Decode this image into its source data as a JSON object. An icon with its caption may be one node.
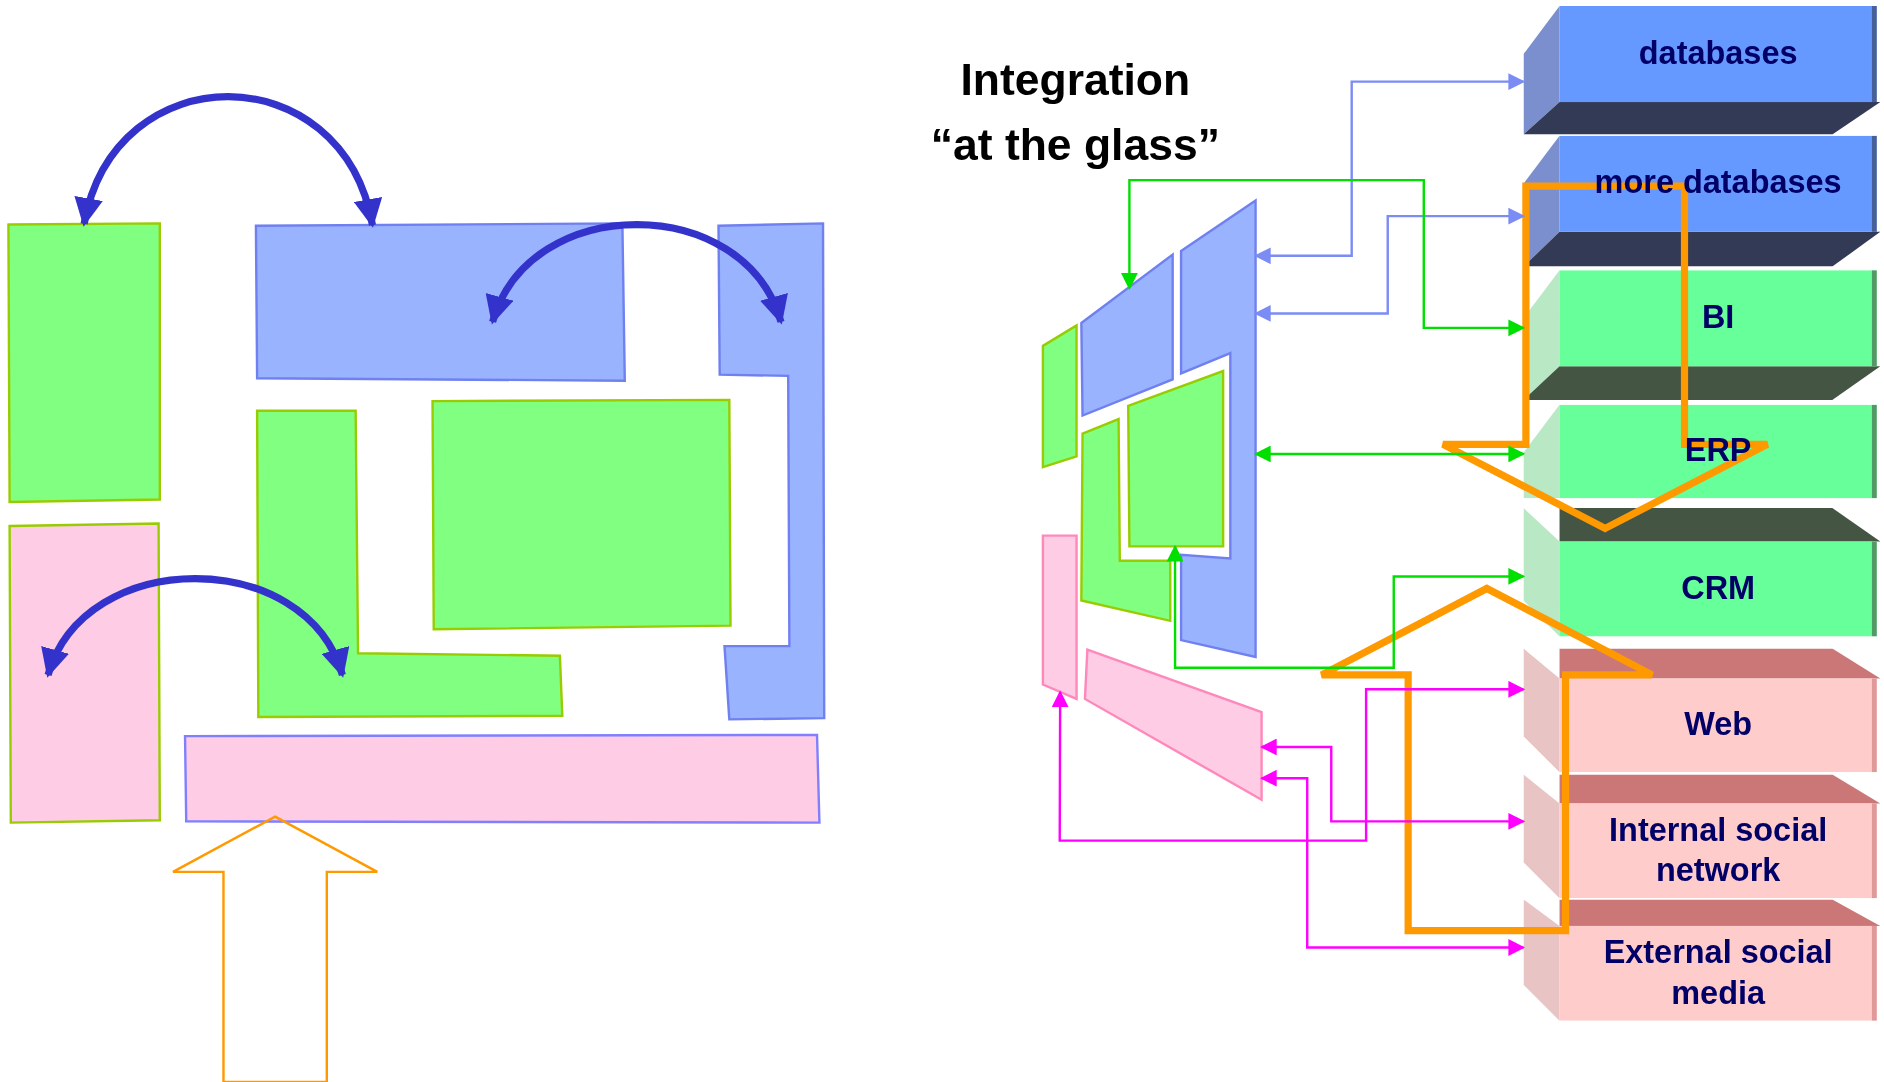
{
  "diagram": {
    "nodes": [
      {
        "text": [],
        "shape": "box"
      },
      {
        "text": [],
        "shape": "box"
      },
      {
        "text": [],
        "shape": "box"
      },
      {
        "text": [],
        "shape": "box"
      },
      {
        "text": [],
        "shape": "box"
      },
      {
        "text": [],
        "shape": "box"
      },
      {
        "text": [],
        "shape": "box"
      },
      {
        "text": [],
        "shape": "box"
      },
      {
        "text": [],
        "shape": "box"
      },
      {
        "text": [],
        "shape": "box"
      },
      {
        "text": [],
        "shape": "box"
      },
      {
        "text": [],
        "shape": "box"
      },
      {
        "text": [],
        "shape": "box"
      },
      {
        "text": [],
        "shape": "box"
      },
      {
        "text": [
          "databases"
        ]
      },
      {
        "text": [
          "more databases"
        ]
      },
      {
        "text": [
          "BI"
        ]
      },
      {
        "text": [
          "ERP"
        ]
      },
      {
        "text": [
          "CRM"
        ]
      },
      {
        "text": [
          "Web"
        ]
      },
      {
        "text": [
          "Internal social network"
        ]
      },
      {
        "text": [
          "External social media"
        ]
      }
    ],
    "edges": [
      {
        "from": 0,
        "to": 1,
        "arrow": "both",
        "style": "thick",
        "color": "#3333cc"
      },
      {
        "from": 1,
        "to": 2,
        "arrow": "both",
        "style": "thick",
        "color": "#3333cc"
      },
      {
        "from": 5,
        "to": 3,
        "arrow": "both",
        "style": "thick",
        "color": "#3333cc"
      },
      {
        "from": 14,
        "to": 9,
        "arrow": "both",
        "color": "#7b8cf5"
      },
      {
        "from": 15,
        "to": 9,
        "arrow": "both",
        "color": "#7b8cf5"
      },
      {
        "from": 16,
        "to": 8,
        "arrow": "both",
        "color": "#00e000"
      },
      {
        "from": 17,
        "to": 9,
        "arrow": "both",
        "color": "#00e000"
      },
      {
        "from": 18,
        "to": 11,
        "arrow": "both",
        "color": "#00e000"
      },
      {
        "from": 19,
        "to": 12,
        "arrow": "both",
        "color": "#ff00ff"
      },
      {
        "from": 20,
        "to": 13,
        "arrow": "both",
        "color": "#ff00ff"
      },
      {
        "from": 21,
        "to": 13,
        "arrow": "both",
        "color": "#ff00ff"
      },
      {
        "from": 15,
        "to": 18,
        "arrow": "to",
        "style": "thick",
        "color": "#ff9900"
      },
      {
        "from": 21,
        "to": 18,
        "arrow": "to",
        "style": "thick",
        "color": "#ff9900"
      },
      {
        "from": null,
        "to": 6,
        "arrow": "to",
        "color": "#ff9900"
      }
    ],
    "labels": [
      "Integration “at the glass”"
    ]
  }
}
